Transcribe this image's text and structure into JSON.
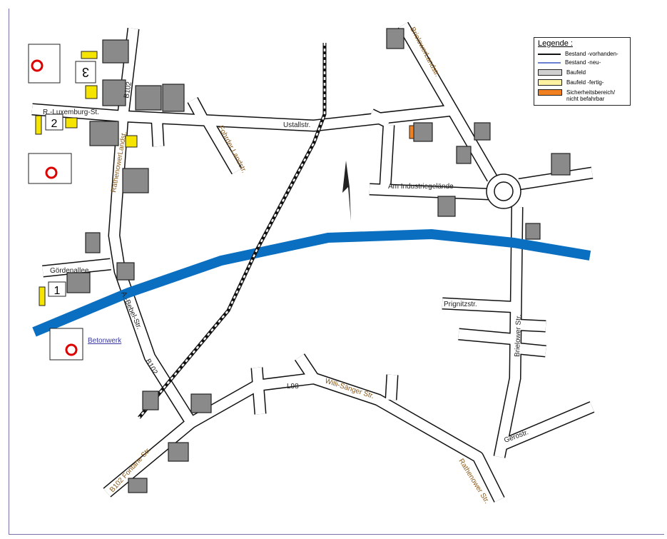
{
  "legend": {
    "title": "Legende :",
    "items": [
      {
        "label": "Bestand -vorhanden-",
        "kind": "line",
        "color": "#111111"
      },
      {
        "label": "Bestand -neu-",
        "kind": "line",
        "color": "#6a7fd0"
      },
      {
        "label": "Baufeld",
        "kind": "box",
        "color": "#d0d0d0"
      },
      {
        "label": "Baufeld -fertig-",
        "kind": "box",
        "color": "#fff2a0"
      },
      {
        "label": "Sicherheitsbereich/ nicht befahrbar",
        "kind": "box",
        "color": "#f08020"
      }
    ]
  },
  "streets": {
    "b102_north": "B102",
    "luxemburg": "R.-Luxemburg-St.",
    "ustall": "Ustallstr.",
    "fohrder": "Fohrder Landstr.",
    "rathenower_landst": "RathenowerLandst.",
    "brielower_landst": "BrielowerLandstr.",
    "industrie": "Am Industriegelände",
    "goerden": "Gördenallee",
    "bebel": "A.-Bebel-Str.",
    "b102_south": "B102",
    "prignitz": "Prignitzstr.",
    "brielower": "Brielower Str.",
    "l98": "L98",
    "saenger": "Willi-Sänger Str.",
    "gero": "Gerostr.",
    "rathenower_str": "Rathenower Str.",
    "fontane": "B102 Fontane Str."
  },
  "places": {
    "betonwerk": "Betonwerk"
  },
  "fields": [
    "1",
    "2",
    "3"
  ],
  "colors": {
    "river": "#0a6fc0",
    "railway": "#111111"
  }
}
